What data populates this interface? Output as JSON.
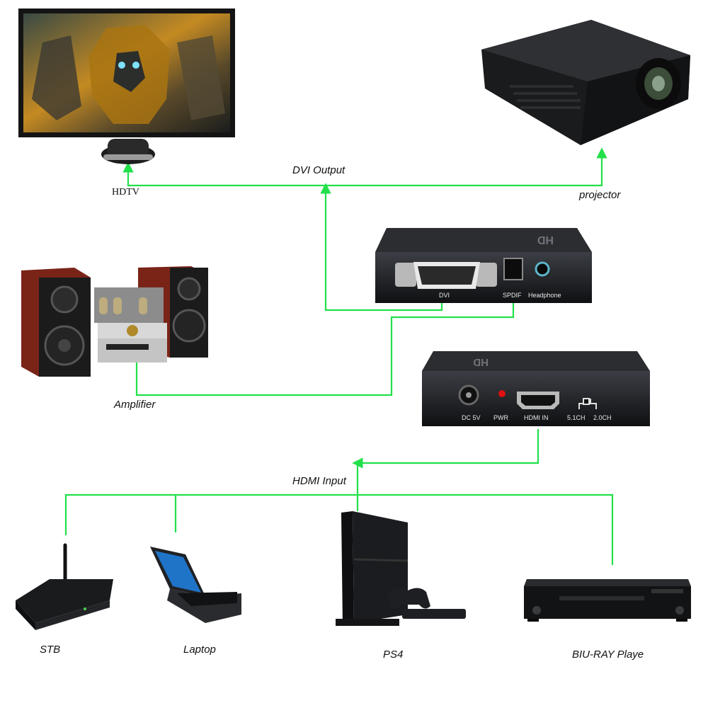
{
  "labels": {
    "hdtv": "HDTV",
    "projector": "projector",
    "dvi_output": "DVI Output",
    "amplifier": "Amplifier",
    "hdmi_input": "HDMI Input",
    "stb": "STB",
    "laptop": "Laptop",
    "ps4": "PS4",
    "bluray": "BIU-RAY Playe"
  },
  "converter_top_ports": {
    "dvi": "DVI",
    "spdif": "SPDIF",
    "headphone": "Headphone",
    "brand": "HD"
  },
  "converter_bottom_ports": {
    "dc": "DC 5V",
    "pwr": "PWR",
    "hdmi_in": "HDMI IN",
    "ch51": "5.1CH",
    "ch20": "2.0CH"
  },
  "colors": {
    "wire": "#22e04a",
    "device_dark": "#1d1f22",
    "speaker_wood": "#7a2418"
  }
}
